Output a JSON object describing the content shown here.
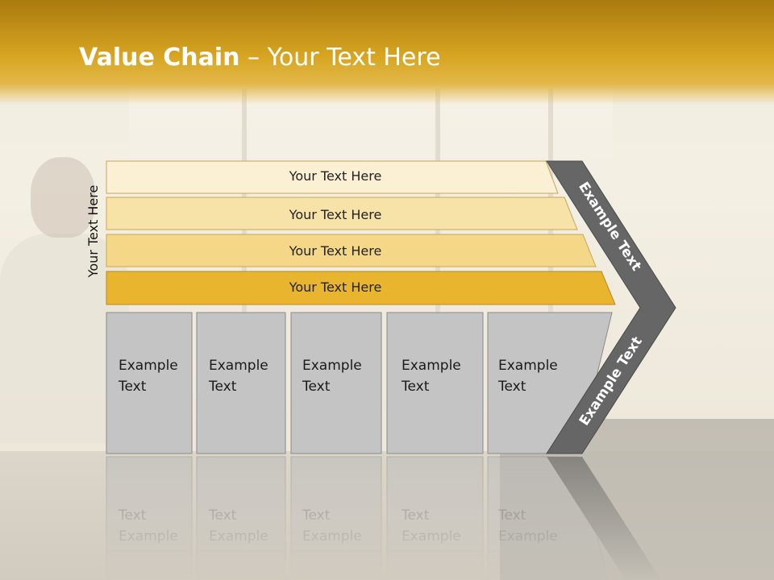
{
  "slide": {
    "title_bold": "Value Chain",
    "title_rest": " – Your Text Here"
  },
  "side_label": "Your Text Here",
  "bands": [
    {
      "label": "Your Text Here",
      "color": "#fbf0d4"
    },
    {
      "label": "Your Text Here",
      "color": "#f7e2a7"
    },
    {
      "label": "Your Text Here",
      "color": "#f4d888"
    },
    {
      "label": "Your Text Here",
      "color": "#e9b52f"
    }
  ],
  "boxes": [
    {
      "line1": "Example",
      "line2": "Text"
    },
    {
      "line1": "Example",
      "line2": "Text"
    },
    {
      "line1": "Example",
      "line2": "Text"
    },
    {
      "line1": "Example",
      "line2": "Text"
    },
    {
      "line1": "Example",
      "line2": "Text"
    }
  ],
  "chevron": {
    "upper_label": "Example Text",
    "lower_label": "Example Text",
    "color": "#666666"
  },
  "colors": {
    "header": "#d8a622",
    "box_fill": "#c4c4c4",
    "box_border": "#8a8a8a"
  }
}
